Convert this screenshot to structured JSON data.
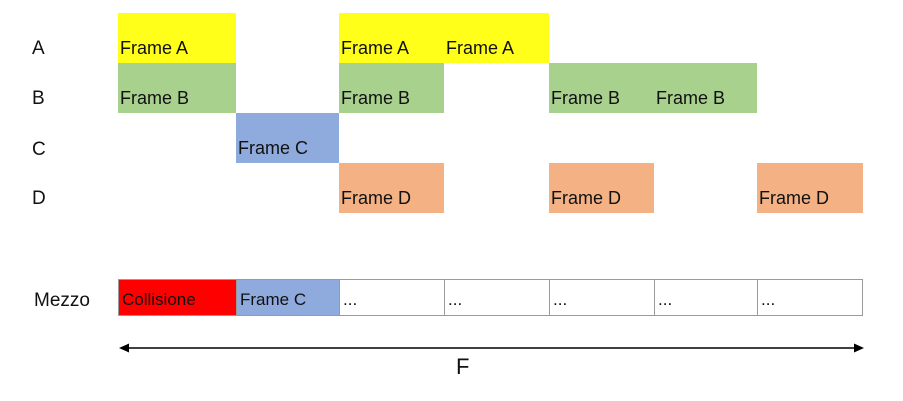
{
  "rows": [
    {
      "label": "A"
    },
    {
      "label": "B"
    },
    {
      "label": "C"
    },
    {
      "label": "D"
    }
  ],
  "frames": {
    "A": [
      "Frame A",
      "Frame A",
      "Frame A"
    ],
    "B": [
      "Frame B",
      "Frame B",
      "Frame B",
      "Frame B"
    ],
    "C": [
      "Frame C"
    ],
    "D": [
      "Frame D",
      "Frame D",
      "Frame D"
    ]
  },
  "medium": {
    "label": "Mezzo",
    "cells": [
      "Collisione",
      "Frame C",
      "...",
      "...",
      "...",
      "...",
      "..."
    ]
  },
  "axis": {
    "label": "F"
  },
  "colors": {
    "A": "#ffff1a",
    "B": "#a9d18e",
    "C": "#8faadc",
    "D": "#f4b183",
    "collision": "#ff0000"
  }
}
